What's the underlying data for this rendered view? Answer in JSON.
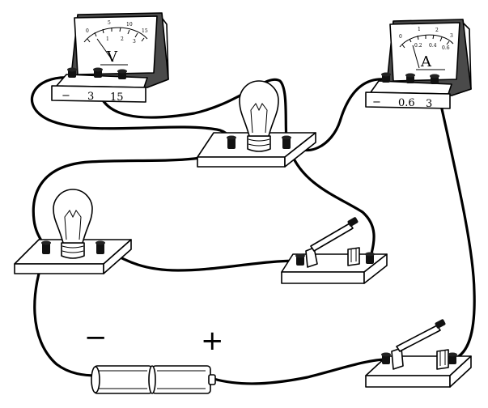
{
  "voltmeter": {
    "symbol": "V",
    "scale_top": [
      "0",
      "5",
      "10",
      "15"
    ],
    "scale_bottom": [
      "1",
      "2",
      "3"
    ],
    "terminals": [
      "−",
      "3",
      "15"
    ]
  },
  "ammeter": {
    "symbol": "A",
    "scale_top": [
      "0",
      "1",
      "2",
      "3"
    ],
    "scale_bottom": [
      "0.2",
      "0.4",
      "0.6"
    ],
    "terminals": [
      "−",
      "0.6",
      "3"
    ]
  },
  "battery": {
    "minus": "−",
    "plus": "+"
  }
}
